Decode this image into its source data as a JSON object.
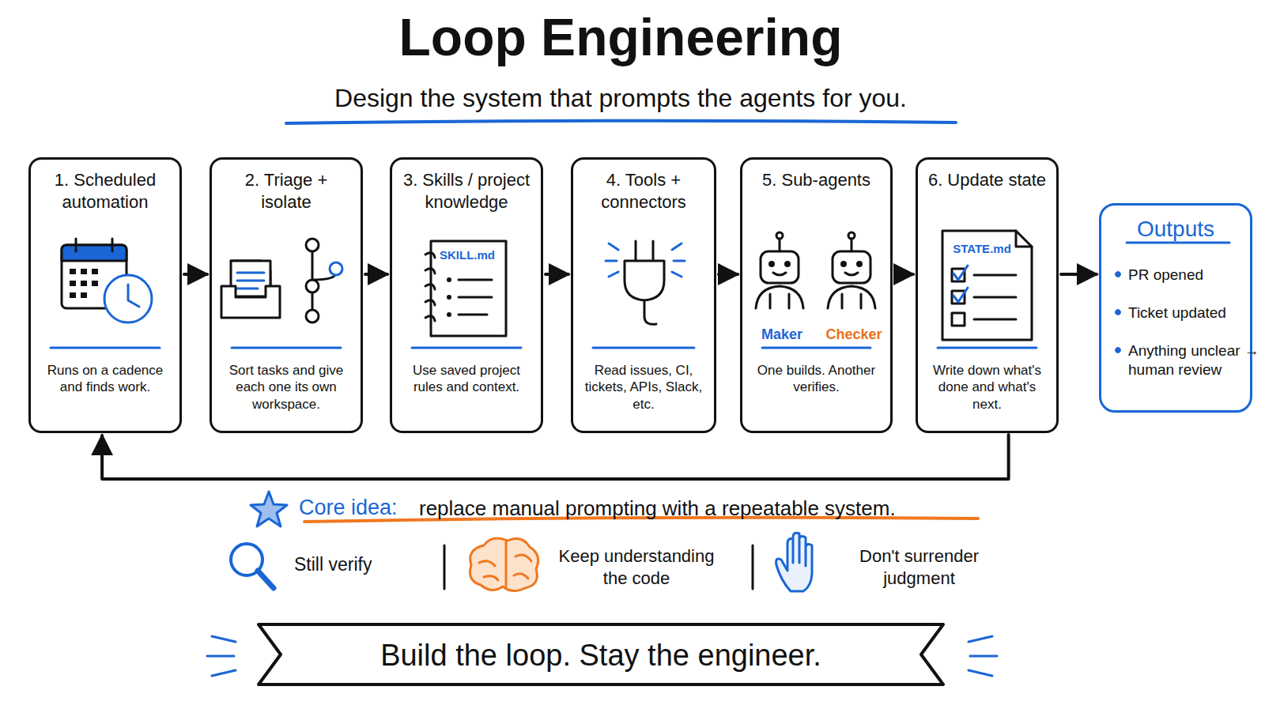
{
  "diagram": {
    "title": "Loop Engineering",
    "nodes": [
      {
        "text": [
          "1. Scheduled automation",
          "Runs on a cadence and finds work."
        ]
      },
      {
        "text": [
          "2. Triage + isolate",
          "Sort tasks and give each one its own workspace."
        ]
      },
      {
        "text": [
          "3. Skills / project knowledge",
          "SKILL.md",
          "Use saved project rules and context."
        ]
      },
      {
        "text": [
          "4. Tools + connectors",
          "Read issues, CI, tickets, APIs, Slack, etc."
        ]
      },
      {
        "text": [
          "5. Sub-agents",
          "Maker",
          "Checker",
          "One builds. Another verifies."
        ]
      },
      {
        "text": [
          "6. Update state",
          "STATE.md",
          "Write down what's done and what's next."
        ]
      },
      {
        "text": [
          "Outputs",
          "PR opened",
          "Ticket updated",
          "Anything unclear → human review"
        ]
      }
    ],
    "edges": [
      {
        "from": 0,
        "to": 1,
        "arrow": "to"
      },
      {
        "from": 1,
        "to": 2,
        "arrow": "to"
      },
      {
        "from": 2,
        "to": 3,
        "arrow": "to"
      },
      {
        "from": 3,
        "to": 4,
        "arrow": "to"
      },
      {
        "from": 4,
        "to": 5,
        "arrow": "to"
      },
      {
        "from": 5,
        "to": 6,
        "arrow": "to"
      },
      {
        "from": 5,
        "to": 0,
        "arrow": "to"
      }
    ],
    "labels": [
      "Design the system that prompts the agents for you.",
      "Core idea:",
      "replace manual prompting with a repeatable system.",
      "Still verify",
      "Keep understanding the code",
      "Don't surrender judgment",
      "Build the loop. Stay the engineer."
    ]
  }
}
